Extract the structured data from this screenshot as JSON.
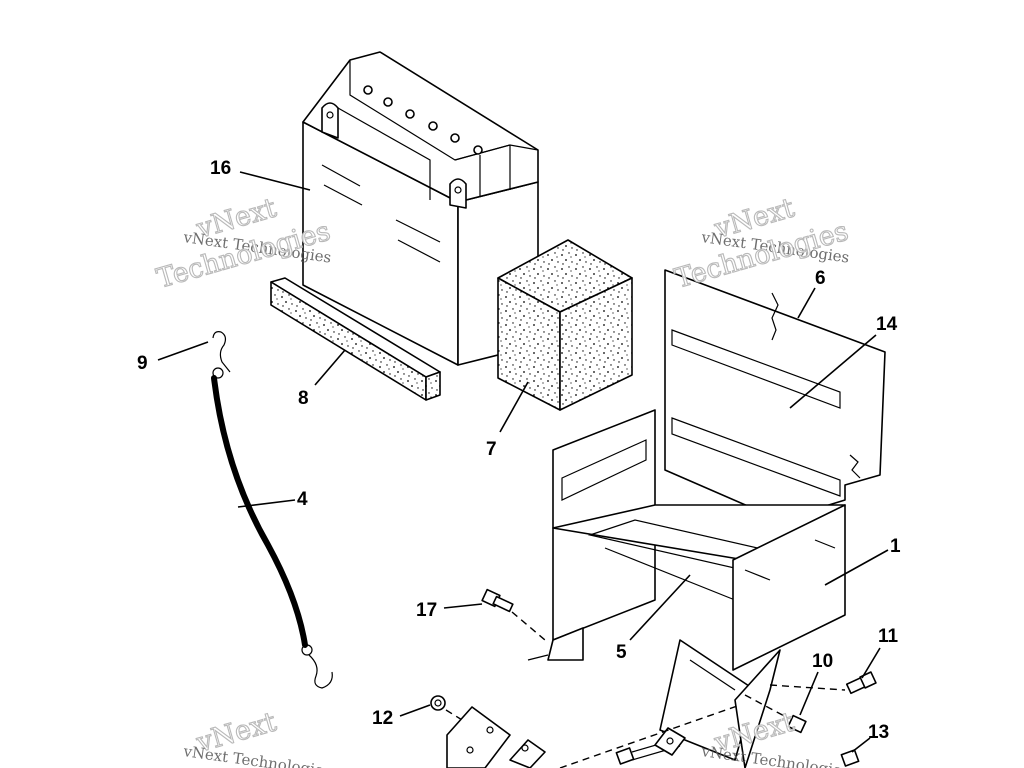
{
  "diagram": {
    "callouts": [
      "16",
      "9",
      "8",
      "7",
      "6",
      "14",
      "4",
      "1",
      "17",
      "5",
      "11",
      "10",
      "12",
      "13"
    ],
    "watermark": {
      "company_line": "vNext Technologies",
      "word_top": "vNext",
      "word_bottom": "Technologies"
    }
  }
}
